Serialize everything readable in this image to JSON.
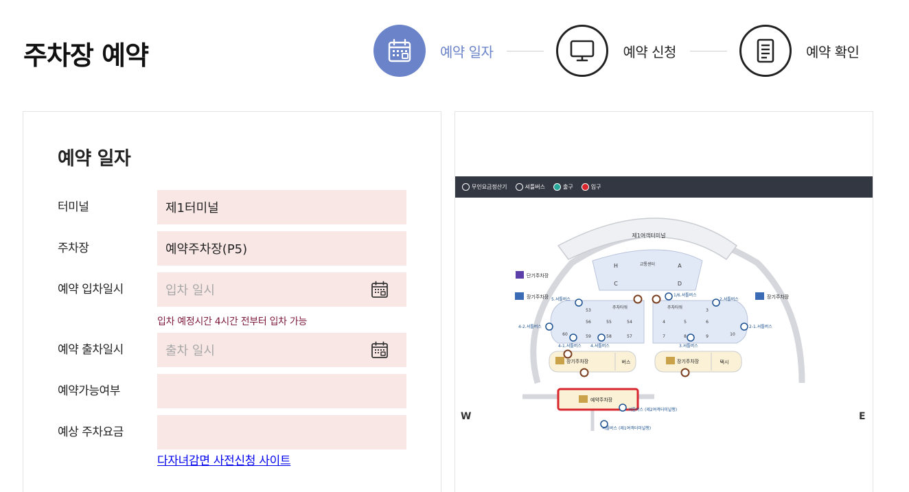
{
  "page": {
    "title": "주차장 예약"
  },
  "steps": [
    {
      "label": "예약 일자",
      "state": "active",
      "icon": "calendar-icon"
    },
    {
      "label": "예약 신청",
      "state": "inactive",
      "icon": "monitor-icon"
    },
    {
      "label": "예약 확인",
      "state": "inactive",
      "icon": "document-icon"
    }
  ],
  "form": {
    "section_title": "예약 일자",
    "terminal": {
      "label": "터미널",
      "value": "제1터미널"
    },
    "parking": {
      "label": "주차장",
      "value": "예약주차장(P5)"
    },
    "entry": {
      "label": "예약 입차일시",
      "placeholder": "입차 일시"
    },
    "entry_hint": "입차 예정시간 4시간 전부터 입차 가능",
    "exit": {
      "label": "예약 출차일시",
      "placeholder": "출차 일시"
    },
    "availability": {
      "label": "예약가능여부",
      "value": ""
    },
    "fee": {
      "label": "예상 주차요금",
      "value": ""
    },
    "discount_link": "다자녀감면 사전신청 사이트"
  },
  "map": {
    "legend": [
      "무인요금정산기",
      "셔틀버스",
      "출구",
      "입구"
    ],
    "terminal_label": "제1여객터미널",
    "transport_center": "교통센터",
    "zones": [
      "H",
      "A",
      "C",
      "D"
    ],
    "short_term": "단기주차장",
    "p2": "장기주차장",
    "p1": "장기주차장",
    "parking_tower_left": "주차타워",
    "parking_tower_right": "주차타워",
    "left_blocks": [
      "53",
      "56",
      "55",
      "54",
      "60",
      "59",
      "58",
      "57"
    ],
    "right_blocks": [
      "3",
      "4",
      "5",
      "6",
      "7",
      "8",
      "9",
      "10"
    ],
    "p4_label": "장기주차장",
    "p3_label": "장기주차장",
    "bus": "버스",
    "taxi": "택시",
    "p5_label": "예약주차장",
    "shuttle_labels": [
      "5.셔틀버스",
      "1/6.셔틀버스",
      "2.셔틀버스",
      "4-2.셔틀버스",
      "2-1.셔틀버스",
      "4-1.셔틀버스",
      "4.셔틀버스",
      "3.셔틀버스"
    ],
    "shuttle_t2": "셔틀버스 (제2여객터미널행)",
    "shuttle_t1": "셔틀버스 (제1여객터미널행)",
    "compass_w": "W",
    "compass_e": "E",
    "colors": {
      "legend_bg": "#333742",
      "p5_border": "#d9252c",
      "zone": "#e2e9f6",
      "long_term": "#fbf1d6"
    }
  }
}
